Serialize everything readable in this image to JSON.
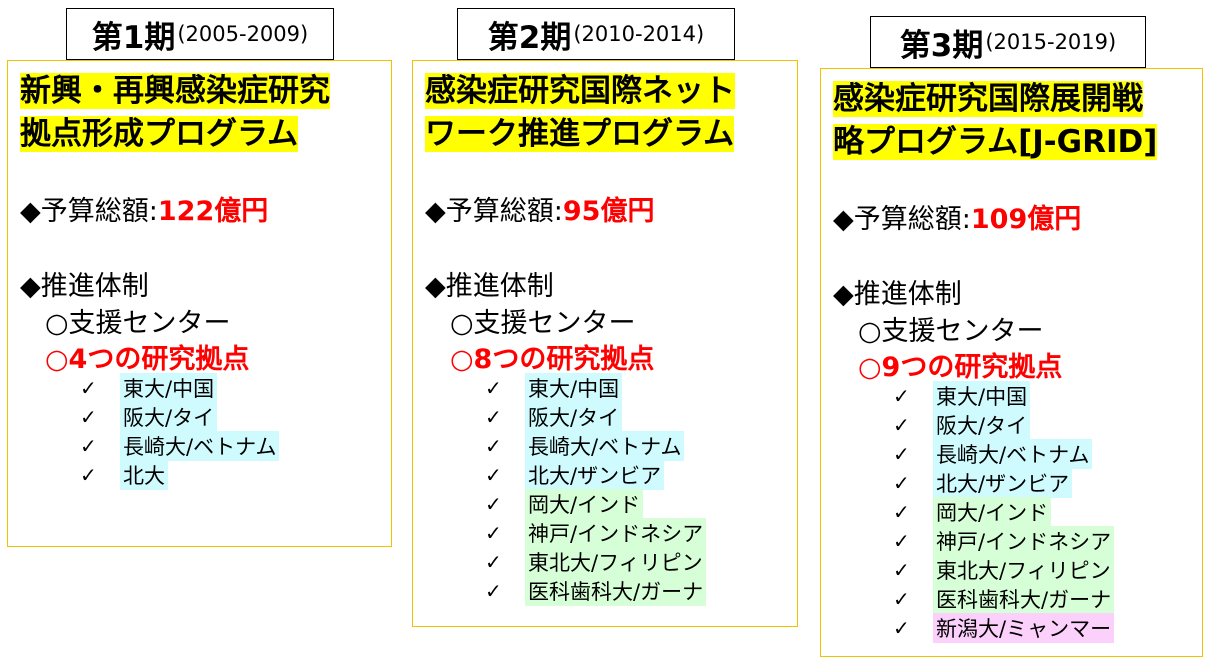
{
  "periods": [
    {
      "name": "第1期",
      "years": "(2005-2009)",
      "program_line1": "新興・再興感染症研究",
      "program_line2": "拠点形成プログラム",
      "budget_label": "◆予算総額:",
      "budget_value": "122億円",
      "org_heading": "◆推進体制",
      "support_center": "○支援センター",
      "bases_label": "○4つの研究拠点",
      "sites": [
        {
          "text": "東大/中国",
          "color": "blue"
        },
        {
          "text": "阪大/タイ",
          "color": "blue"
        },
        {
          "text": "長崎大/ベトナム",
          "color": "blue"
        },
        {
          "text": "北大",
          "color": "blue"
        }
      ]
    },
    {
      "name": "第2期",
      "years": "(2010-2014)",
      "program_line1": "感染症研究国際ネット",
      "program_line2": "ワーク推進プログラム",
      "budget_label": "◆予算総額:",
      "budget_value": "95億円",
      "org_heading": "◆推進体制",
      "support_center": "○支援センター",
      "bases_label": "○8つの研究拠点",
      "sites": [
        {
          "text": "東大/中国",
          "color": "blue"
        },
        {
          "text": "阪大/タイ",
          "color": "blue"
        },
        {
          "text": "長崎大/ベトナム",
          "color": "blue"
        },
        {
          "text": "北大/ザンビア",
          "color": "blue"
        },
        {
          "text": "岡大/インド",
          "color": "green"
        },
        {
          "text": "神戸/インドネシア",
          "color": "green"
        },
        {
          "text": "東北大/フィリピン",
          "color": "green"
        },
        {
          "text": "医科歯科大/ガーナ",
          "color": "green"
        }
      ]
    },
    {
      "name": "第3期",
      "years": "(2015-2019)",
      "program_line1": "感染症研究国際展開戦",
      "program_line2": "略プログラム[J-GRID]",
      "budget_label": "◆予算総額:",
      "budget_value": "109億円",
      "org_heading": "◆推進体制",
      "support_center": "○支援センター",
      "bases_label": "○9つの研究拠点",
      "sites": [
        {
          "text": "東大/中国",
          "color": "blue"
        },
        {
          "text": "阪大/タイ",
          "color": "blue"
        },
        {
          "text": "長崎大/ベトナム",
          "color": "blue"
        },
        {
          "text": "北大/ザンビア",
          "color": "blue"
        },
        {
          "text": "岡大/インド",
          "color": "green"
        },
        {
          "text": "神戸/インドネシア",
          "color": "green"
        },
        {
          "text": "東北大/フィリピン",
          "color": "green"
        },
        {
          "text": "医科歯科大/ガーナ",
          "color": "green"
        },
        {
          "text": "新潟大/ミャンマー",
          "color": "pink"
        }
      ]
    }
  ],
  "check_mark": "✓",
  "colors": {
    "highlight": "#ffff00",
    "emphasis": "#ff0000",
    "border": "#f2c200",
    "site_blue": "#cffbff",
    "site_green": "#d7ffd7",
    "site_pink": "#fbd0fb"
  }
}
